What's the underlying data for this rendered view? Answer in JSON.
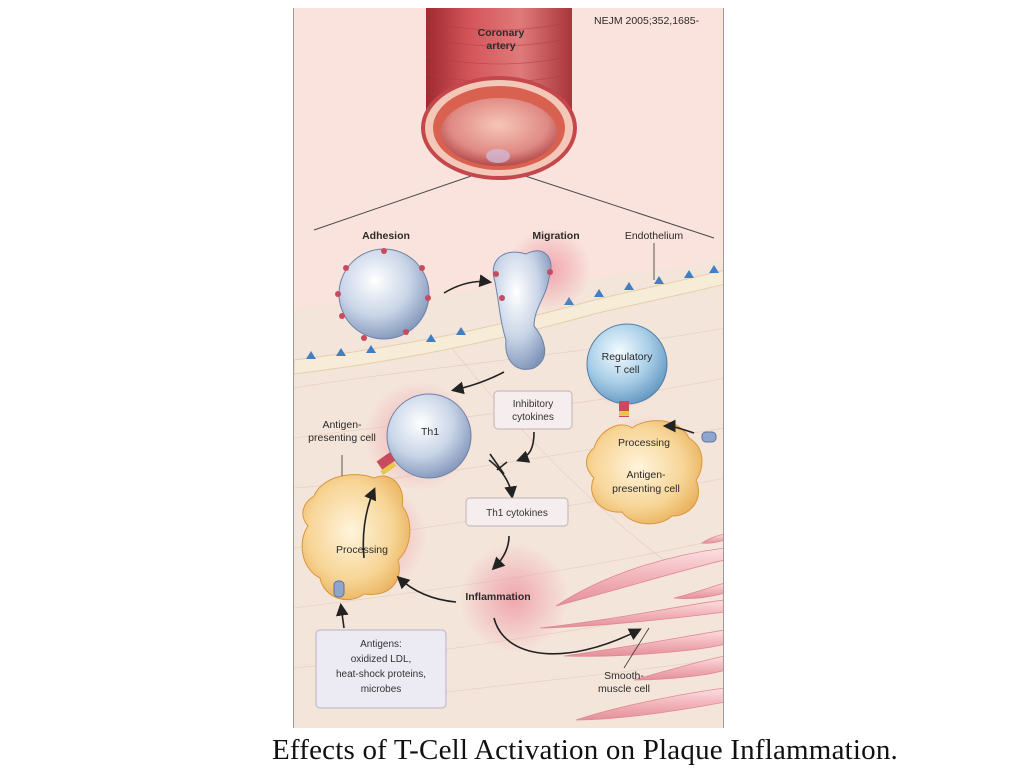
{
  "citation": "NEJM 2005;352,1685-",
  "caption": "Effects of T-Cell Activation on Plaque Inflammation.",
  "labels": {
    "coronary_artery": [
      "Coronary",
      "artery"
    ],
    "adhesion": "Adhesion",
    "migration": "Migration",
    "endothelium": "Endothelium",
    "regulatory_t_cell": [
      "Regulatory",
      "T cell"
    ],
    "inhibitory_cytokines": [
      "Inhibitory",
      "cytokines"
    ],
    "th1": "Th1",
    "apc_left": [
      "Antigen-",
      "presenting cell"
    ],
    "processing_left": "Processing",
    "processing_right": "Processing",
    "apc_right": [
      "Antigen-",
      "presenting cell"
    ],
    "th1_cytokines": "Th1 cytokines",
    "inflammation": "Inflammation",
    "antigens": [
      "Antigens:",
      "oxidized LDL,",
      "heat-shock proteins,",
      "microbes"
    ],
    "smooth_muscle_cell": [
      "Smooth-",
      "muscle cell"
    ]
  },
  "colors": {
    "background_top": "#f9e3dc",
    "tissue": "#f4e5da",
    "artery": "#c9464a",
    "cell_blue": "#aebfd8",
    "cell_regulatory": "#9cc4e0",
    "apc_yellow": "#f3cd8a",
    "smooth_muscle": "#f0b0b6",
    "inflammation_glow": "#ef9aa6"
  }
}
